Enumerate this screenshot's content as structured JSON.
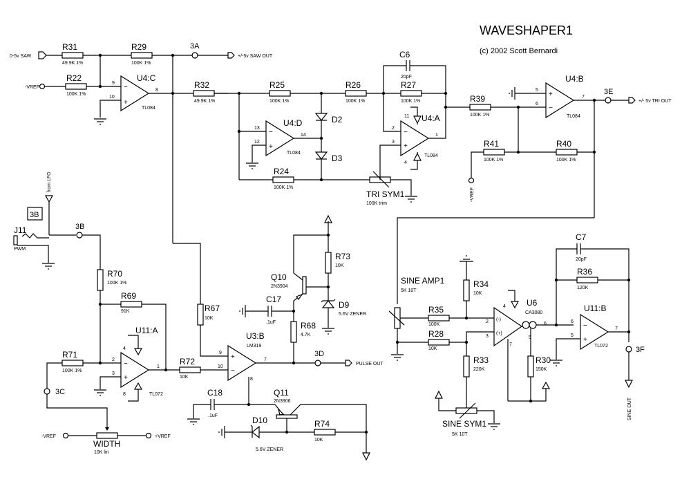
{
  "title": "WAVESHAPER1",
  "copyright": "(c) 2002 Scott Bernardi",
  "signals": {
    "saw_in": "0-5v SAW",
    "vref_neg": "-VREF",
    "vref_pos": "+VREF",
    "saw_out": "+/-5v SAW OUT",
    "tri_out": "+/- 5v TRI OUT",
    "from_lfo": "from LFO",
    "pulse_out": "PULSE OUT",
    "sine_out": "SINE OUT"
  },
  "test_points": {
    "tp3a": "3A",
    "tp3b": "3B",
    "tp3b_box": "3B",
    "tp3c": "3C",
    "tp3d": "3D",
    "tp3e": "3E",
    "tp3f": "3F"
  },
  "jack": {
    "ref": "J11",
    "label": "PWM"
  },
  "resistors": {
    "R31": {
      "ref": "R31",
      "value": "49.9K 1%"
    },
    "R29": {
      "ref": "R29",
      "value": "100K 1%"
    },
    "R22": {
      "ref": "R22",
      "value": "100K 1%"
    },
    "R32": {
      "ref": "R32",
      "value": "49.9K 1%"
    },
    "R25": {
      "ref": "R25",
      "value": "100K 1%"
    },
    "R26": {
      "ref": "R26",
      "value": "100K 1%"
    },
    "R27": {
      "ref": "R27",
      "value": "100K 1%"
    },
    "R24": {
      "ref": "R24",
      "value": "100K 1%"
    },
    "R39": {
      "ref": "R39",
      "value": "100K 1%"
    },
    "R41": {
      "ref": "R41",
      "value": "100K 1%"
    },
    "R40": {
      "ref": "R40",
      "value": "100K 1%"
    },
    "R70": {
      "ref": "R70",
      "value": "100K 1%"
    },
    "R69": {
      "ref": "R69",
      "value": "91K"
    },
    "R71": {
      "ref": "R71",
      "value": "100K 1%"
    },
    "R72": {
      "ref": "R72",
      "value": "10K"
    },
    "R67": {
      "ref": "R67",
      "value": "10K"
    },
    "R73": {
      "ref": "R73",
      "value": "10K"
    },
    "R68": {
      "ref": "R68",
      "value": "4.7K"
    },
    "R74": {
      "ref": "R74",
      "value": "10K"
    },
    "R34": {
      "ref": "R34",
      "value": "10K"
    },
    "R35": {
      "ref": "R35",
      "value": "100K"
    },
    "R28": {
      "ref": "R28",
      "value": "10K"
    },
    "R33": {
      "ref": "R33",
      "value": "220K"
    },
    "R30": {
      "ref": "R30",
      "value": "150K"
    },
    "R36": {
      "ref": "R36",
      "value": "120K"
    }
  },
  "capacitors": {
    "C6": {
      "ref": "C6",
      "value": "20pF"
    },
    "C7": {
      "ref": "C7",
      "value": "20pF"
    },
    "C17": {
      "ref": "C17",
      "value": ".1uF"
    },
    "C18": {
      "ref": "C18",
      "value": ".1uF"
    }
  },
  "diodes": {
    "D2": {
      "ref": "D2"
    },
    "D3": {
      "ref": "D3"
    },
    "D9": {
      "ref": "D9",
      "value": "5.6V ZENER"
    },
    "D10": {
      "ref": "D10",
      "value": "5.6V ZENER"
    }
  },
  "transistors": {
    "Q10": {
      "ref": "Q10",
      "value": "2N3904"
    },
    "Q11": {
      "ref": "Q11",
      "value": "2N3906"
    }
  },
  "pots": {
    "TRISYM1": {
      "ref": "TRI SYM1",
      "value": "100K trim"
    },
    "SINEAMP1": {
      "ref": "SINE AMP1",
      "value": "5K 10T"
    },
    "SINESYM1": {
      "ref": "SINE SYM1",
      "value": "5K 10T"
    },
    "WIDTH": {
      "ref": "WIDTH",
      "value": "10K lin"
    }
  },
  "ics": {
    "U4C": {
      "ref": "U4:C",
      "part": "TL084",
      "pins": {
        "inv": "9",
        "non": "10",
        "out": "8"
      }
    },
    "U4D": {
      "ref": "U4:D",
      "part": "TL084",
      "pins": {
        "inv": "13",
        "non": "12",
        "out": "14"
      }
    },
    "U4A": {
      "ref": "U4:A",
      "part": "TL084",
      "pins": {
        "inv": "2",
        "non": "3",
        "out": "1",
        "vp": "11",
        "vn": "4"
      }
    },
    "U4B": {
      "ref": "U4:B",
      "part": "TL084",
      "pins": {
        "non": "5",
        "inv": "6",
        "out": "7"
      }
    },
    "U11A": {
      "ref": "U11:A",
      "part": "TL072",
      "pins": {
        "inv": "2",
        "non": "3",
        "out": "1",
        "vp": "4",
        "vn": "8"
      }
    },
    "U3B": {
      "ref": "U3:B",
      "part": "LM319",
      "pins": {
        "non": "9",
        "inv": "10",
        "out": "7",
        "gnd": "8"
      }
    },
    "U6": {
      "ref": "U6",
      "part": "CA3080",
      "pins": {
        "inv": "2",
        "non": "3",
        "out": "6",
        "vp": "4",
        "vn": "7",
        "iabc": "5"
      },
      "inv_sym": "(-)",
      "non_sym": "(+)"
    },
    "U11B": {
      "ref": "U11:B",
      "part": "TL072",
      "pins": {
        "inv": "6",
        "non": "5",
        "out": "7"
      }
    }
  }
}
